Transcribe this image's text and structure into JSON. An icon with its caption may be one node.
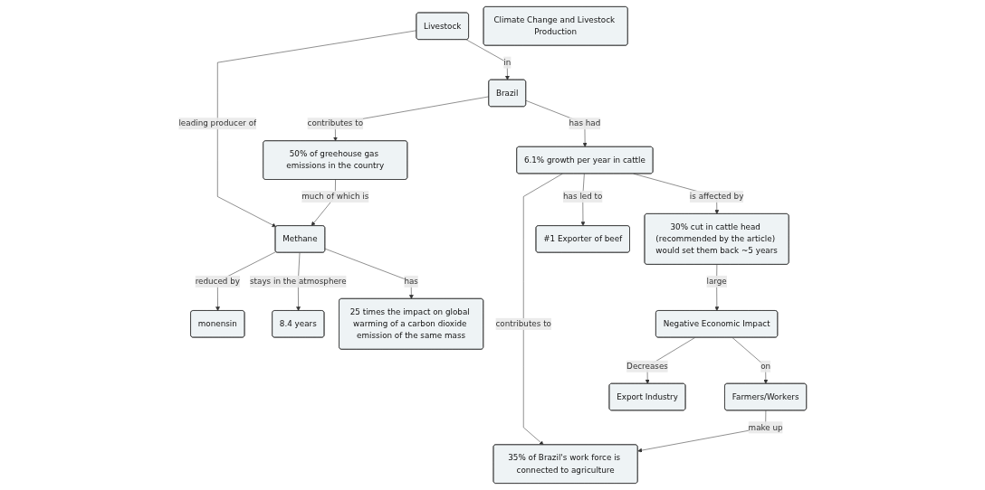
{
  "diagram": {
    "nodes": [
      {
        "text": [
          "Climate Change and Livestock Production"
        ]
      },
      {
        "text": [
          "Methane"
        ]
      },
      {
        "text": [
          "Livestock"
        ]
      },
      {
        "text": [
          "monensin"
        ]
      },
      {
        "text": [
          "8.4 years"
        ]
      },
      {
        "text": [
          "Brazil"
        ]
      },
      {
        "text": [
          "Negative Economic Impact"
        ]
      },
      {
        "text": [
          "Export Industry"
        ]
      },
      {
        "text": [
          "Farmers/Workers"
        ]
      },
      {
        "text": [
          "50% of greehouse gas emissions in the country"
        ]
      },
      {
        "text": [
          "35% of Brazil's work force is connected to agriculture"
        ]
      },
      {
        "text": [
          "6.1% growth per year in cattle"
        ]
      },
      {
        "text": [
          "25 times the impact on global warming of a carbon dioxide emission of the same mass"
        ]
      },
      {
        "text": [
          "#1 Exporter of beef"
        ]
      },
      {
        "text": [
          "30% cut in cattle head (recommended by the article) would set them back ~5 years"
        ]
      }
    ],
    "edges": [
      {
        "from": 2,
        "to": 1,
        "arrow": "to",
        "label": "leading producer of"
      },
      {
        "from": 1,
        "to": 3,
        "arrow": "to",
        "label": "reduced by"
      },
      {
        "from": 1,
        "to": 4,
        "arrow": "to",
        "label": "stays in the atmosphere"
      },
      {
        "from": 1,
        "to": 12,
        "arrow": "to",
        "label": "has"
      },
      {
        "from": 2,
        "to": 5,
        "arrow": "to",
        "label": "in"
      },
      {
        "from": 5,
        "to": 9,
        "arrow": "to",
        "label": "contributes to"
      },
      {
        "from": 9,
        "to": 1,
        "arrow": "to",
        "label": "much of which is"
      },
      {
        "from": 5,
        "to": 11,
        "arrow": "to",
        "label": "has had"
      },
      {
        "from": 11,
        "to": 10,
        "arrow": "to",
        "label": "contributes to"
      },
      {
        "from": 11,
        "to": 13,
        "arrow": "to",
        "label": "has led to"
      },
      {
        "from": 11,
        "to": 14,
        "arrow": "to",
        "label": "is affected by"
      },
      {
        "from": 14,
        "to": 6,
        "arrow": "to",
        "label": "large"
      },
      {
        "from": 6,
        "to": 7,
        "arrow": "to",
        "label": "Decreases"
      },
      {
        "from": 6,
        "to": 8,
        "arrow": "to",
        "label": "on"
      },
      {
        "from": 8,
        "to": 10,
        "arrow": "to",
        "label": "make up"
      }
    ]
  }
}
